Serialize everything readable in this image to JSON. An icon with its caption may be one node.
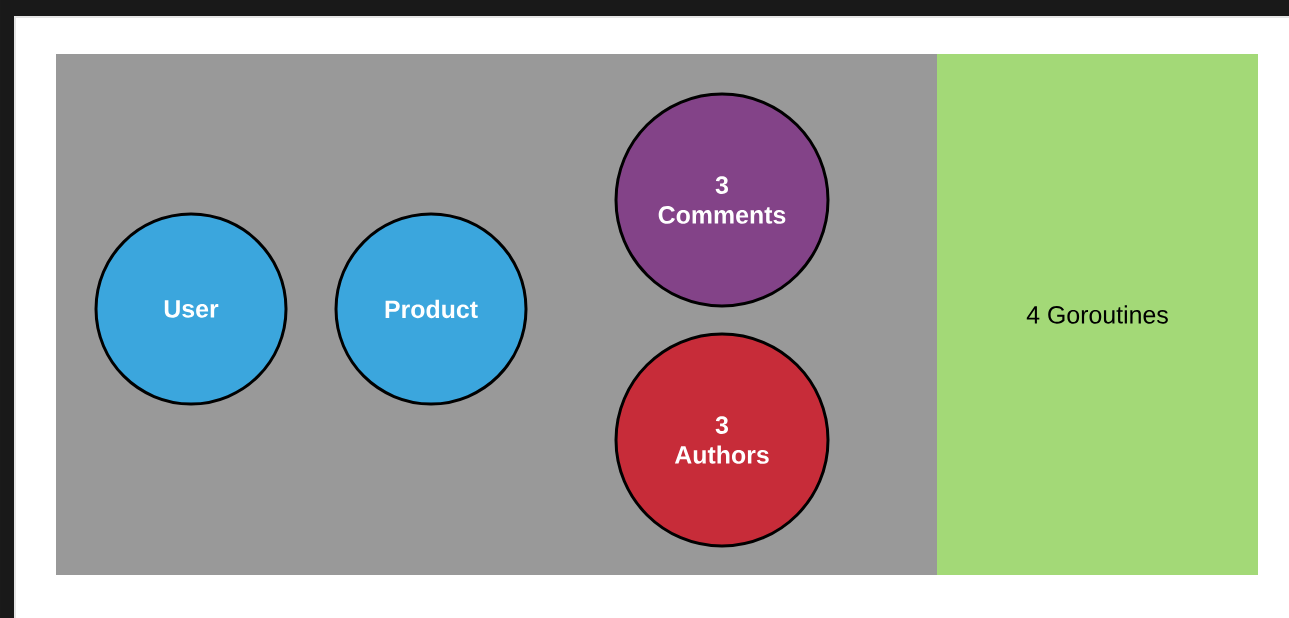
{
  "diagram": {
    "nodes": [
      {
        "text": [],
        "shape": "box"
      },
      {
        "text": [
          "User"
        ],
        "in": 0
      },
      {
        "text": [
          "Product"
        ],
        "in": 0
      },
      {
        "text": [
          "3 Comments"
        ],
        "in": 0
      },
      {
        "text": [
          "3 Authors"
        ],
        "in": 0
      },
      {
        "text": [
          "4 Goroutines"
        ]
      }
    ]
  }
}
